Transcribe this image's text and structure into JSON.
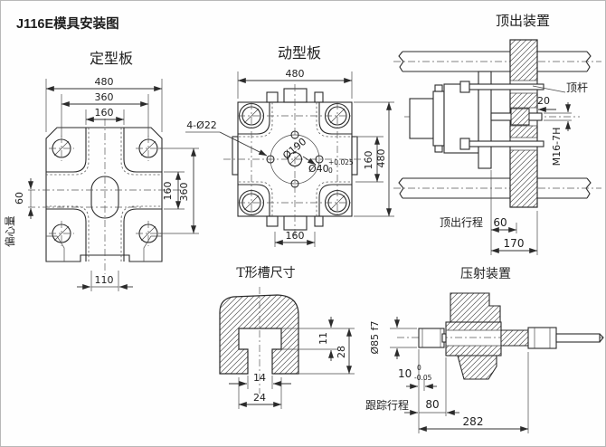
{
  "title": {
    "text": "J116E模具安装图",
    "color": "#c32222"
  },
  "fixed_plate": {
    "title": "定型板",
    "dim_top_overall": "480",
    "dim_top_holes": "360",
    "dim_top_slots": "160",
    "dim_right_slots": "160",
    "dim_right_holes": "360",
    "dim_left_offset": "60",
    "label_eccentric": "偏心量",
    "dim_bottom_center": "110"
  },
  "moving_plate": {
    "title": "动型板",
    "dim_top_overall": "480",
    "label_holes": "4-Ø22",
    "label_circle": "Ø190",
    "label_bore": "Ø40",
    "bore_tol_up": "+0.025",
    "bore_tol_dn": "0",
    "dim_right_slots": "160",
    "dim_right_overall": "480",
    "dim_bottom_slots": "160"
  },
  "ejector": {
    "title": "顶出装置",
    "label_rod": "顶杆",
    "dim_protrude": "20",
    "label_thread": "M16-7H",
    "label_stroke": "顶出行程",
    "dim_stroke": "60",
    "dim_total": "170"
  },
  "t_slot": {
    "title": "T形槽尺寸",
    "dim_lip": "11",
    "dim_depth": "28",
    "dim_neck": "14",
    "dim_width": "24"
  },
  "injection": {
    "title": "压射装置",
    "label_dia": "Ø85 f7",
    "dim_fit": "10",
    "fit_tol_up": "0",
    "fit_tol_dn": "-0.05",
    "label_stroke": "跟踪行程",
    "dim_stroke": "80",
    "dim_total": "282"
  }
}
